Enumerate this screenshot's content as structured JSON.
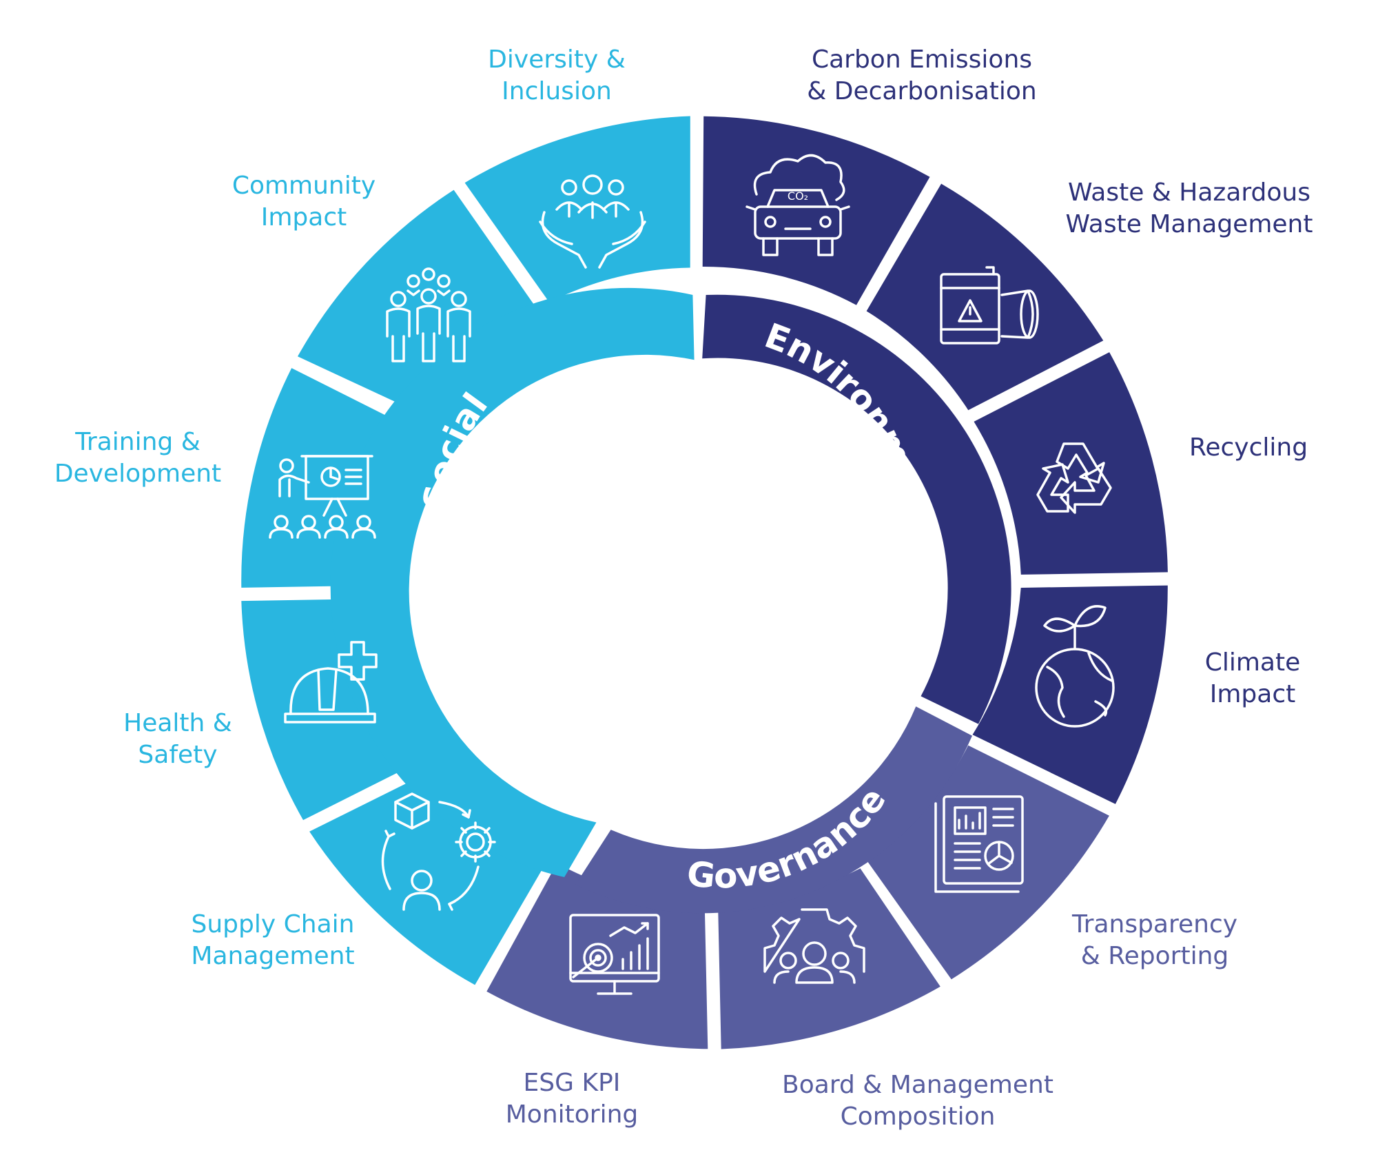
{
  "colors": {
    "social": "#29b6e0",
    "environment": "#2d3179",
    "governance": "#575d9f",
    "background": "#ffffff"
  },
  "pillars": {
    "environment": "Environment",
    "social": "Social",
    "governance": "Governance"
  },
  "topics": {
    "diversity": [
      "Diversity &",
      "Inclusion"
    ],
    "carbon": [
      "Carbon Emissions",
      "& Decarbonisation"
    ],
    "waste": [
      "Waste & Hazardous",
      "Waste Management"
    ],
    "recycling": [
      "Recycling"
    ],
    "climate": [
      "Climate",
      "Impact"
    ],
    "transparency": [
      "Transparency",
      "& Reporting"
    ],
    "board": [
      "Board & Management",
      "Composition"
    ],
    "kpi": [
      "ESG KPI",
      "Monitoring"
    ],
    "supply": [
      "Supply Chain",
      "Management"
    ],
    "health": [
      "Health &",
      "Safety"
    ],
    "training": [
      "Training &",
      "Development"
    ],
    "community": [
      "Community",
      "Impact"
    ]
  },
  "icons": {
    "diversity": "hands-holding-people-icon",
    "carbon": "car-co2-cloud-icon",
    "waste": "hazardous-barrel-icon",
    "recycling": "recycle-arrows-icon",
    "climate": "globe-sprout-icon",
    "transparency": "report-document-icon",
    "board": "gear-team-icon",
    "kpi": "target-chart-monitor-icon",
    "supply": "supply-cycle-icon",
    "health": "hardhat-plus-icon",
    "training": "presentation-audience-icon",
    "community": "community-people-icon"
  }
}
